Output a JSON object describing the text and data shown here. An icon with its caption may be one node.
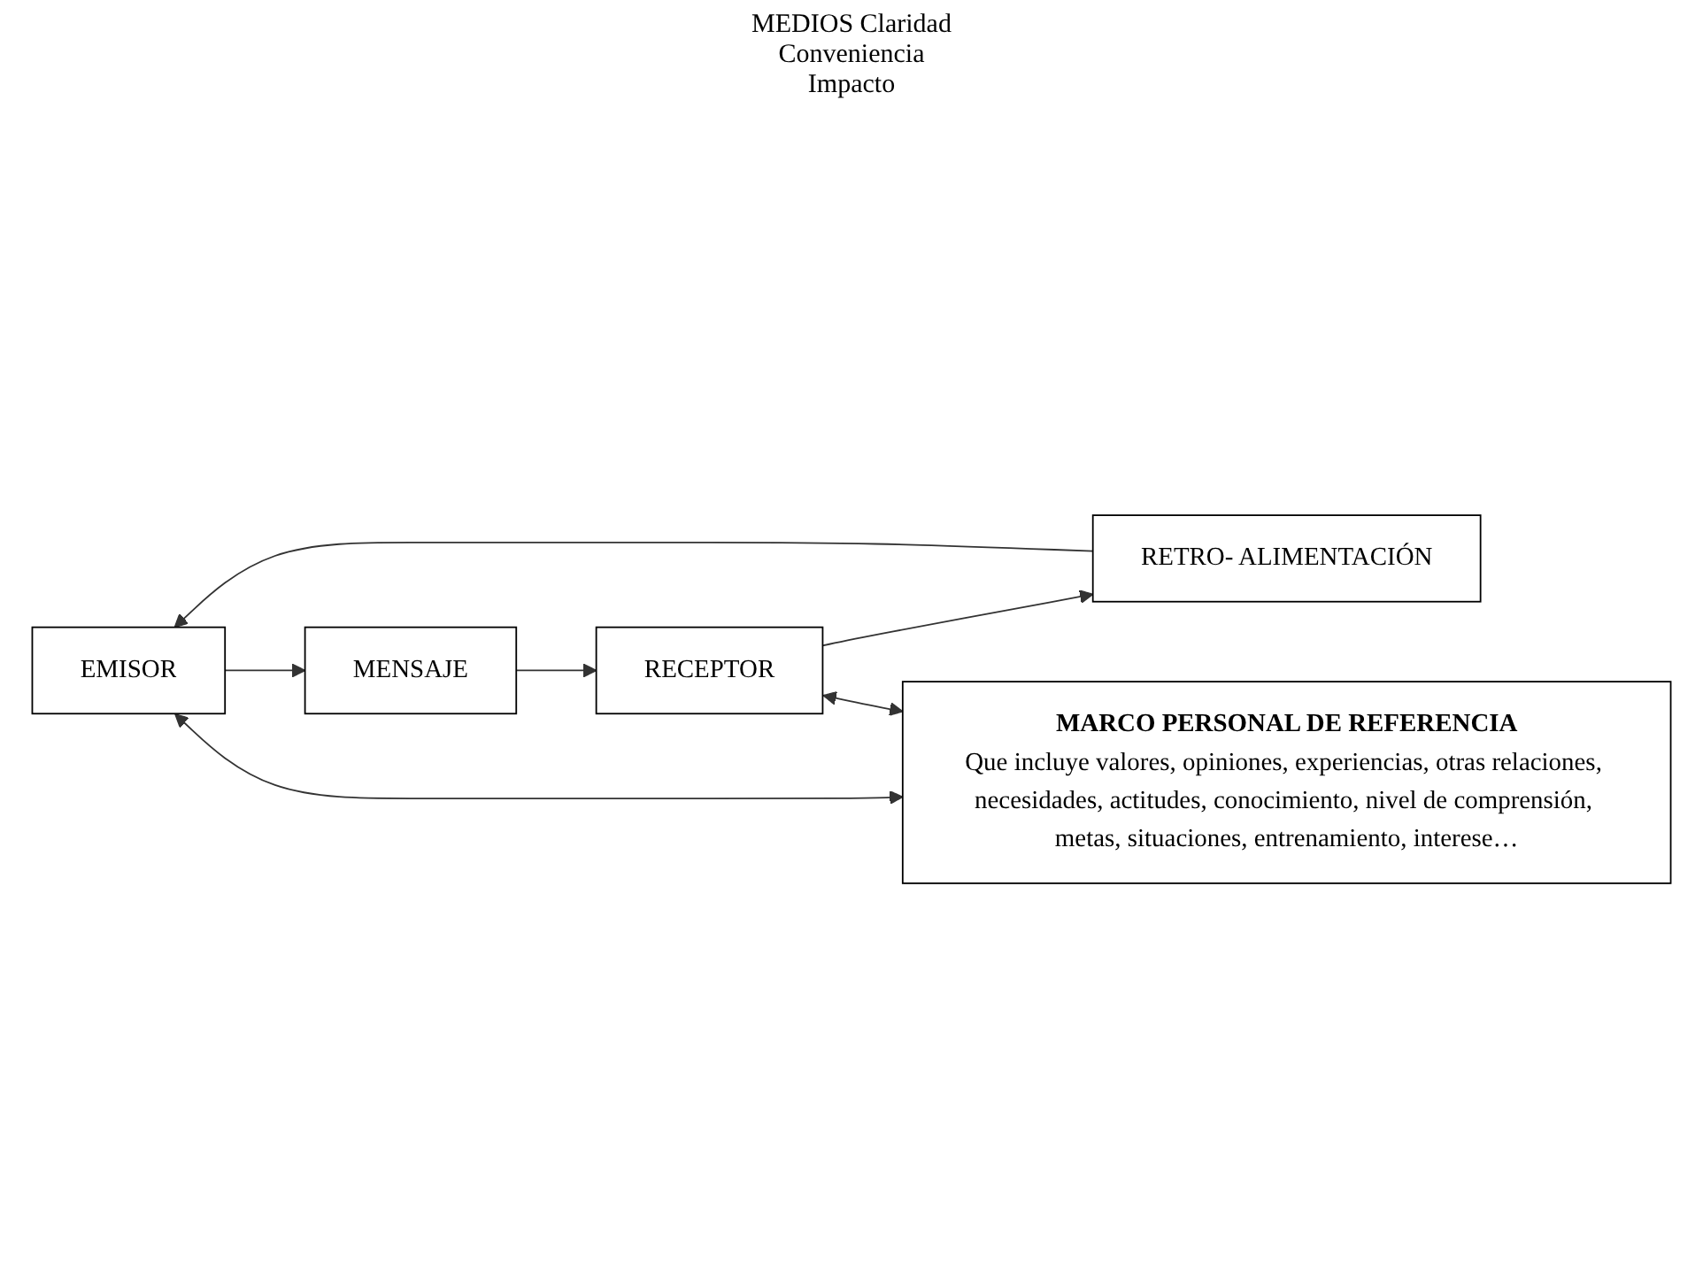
{
  "diagram": {
    "nodes": [
      {
        "text": [
          "EMISOR"
        ]
      },
      {
        "text": [
          "MENSAJE"
        ]
      },
      {
        "text": [
          "RECEPTOR"
        ]
      },
      {
        "text": [
          "RETRO- ALIMENTACIÓN"
        ]
      },
      {
        "text": [
          "MARCO PERSONAL DE REFERENCIA",
          "Que incluye valores, opiniones, experiencias, otras relaciones, necesidades, actitudes, conocimiento, nivel de comprensión, metas, situaciones, entrenamiento, interese…"
        ]
      }
    ],
    "edges": [
      {
        "from": 0,
        "to": 1,
        "arrow": "to"
      },
      {
        "from": 1,
        "to": 2,
        "arrow": "to"
      },
      {
        "from": 2,
        "to": 3,
        "arrow": "to"
      },
      {
        "from": 3,
        "to": 0,
        "arrow": "to"
      },
      {
        "from": 0,
        "to": 4,
        "arrow": "both"
      },
      {
        "from": 2,
        "to": 4,
        "arrow": "both"
      }
    ],
    "labels": [
      "MEDIOS Claridad Conveniencia Impacto"
    ]
  }
}
